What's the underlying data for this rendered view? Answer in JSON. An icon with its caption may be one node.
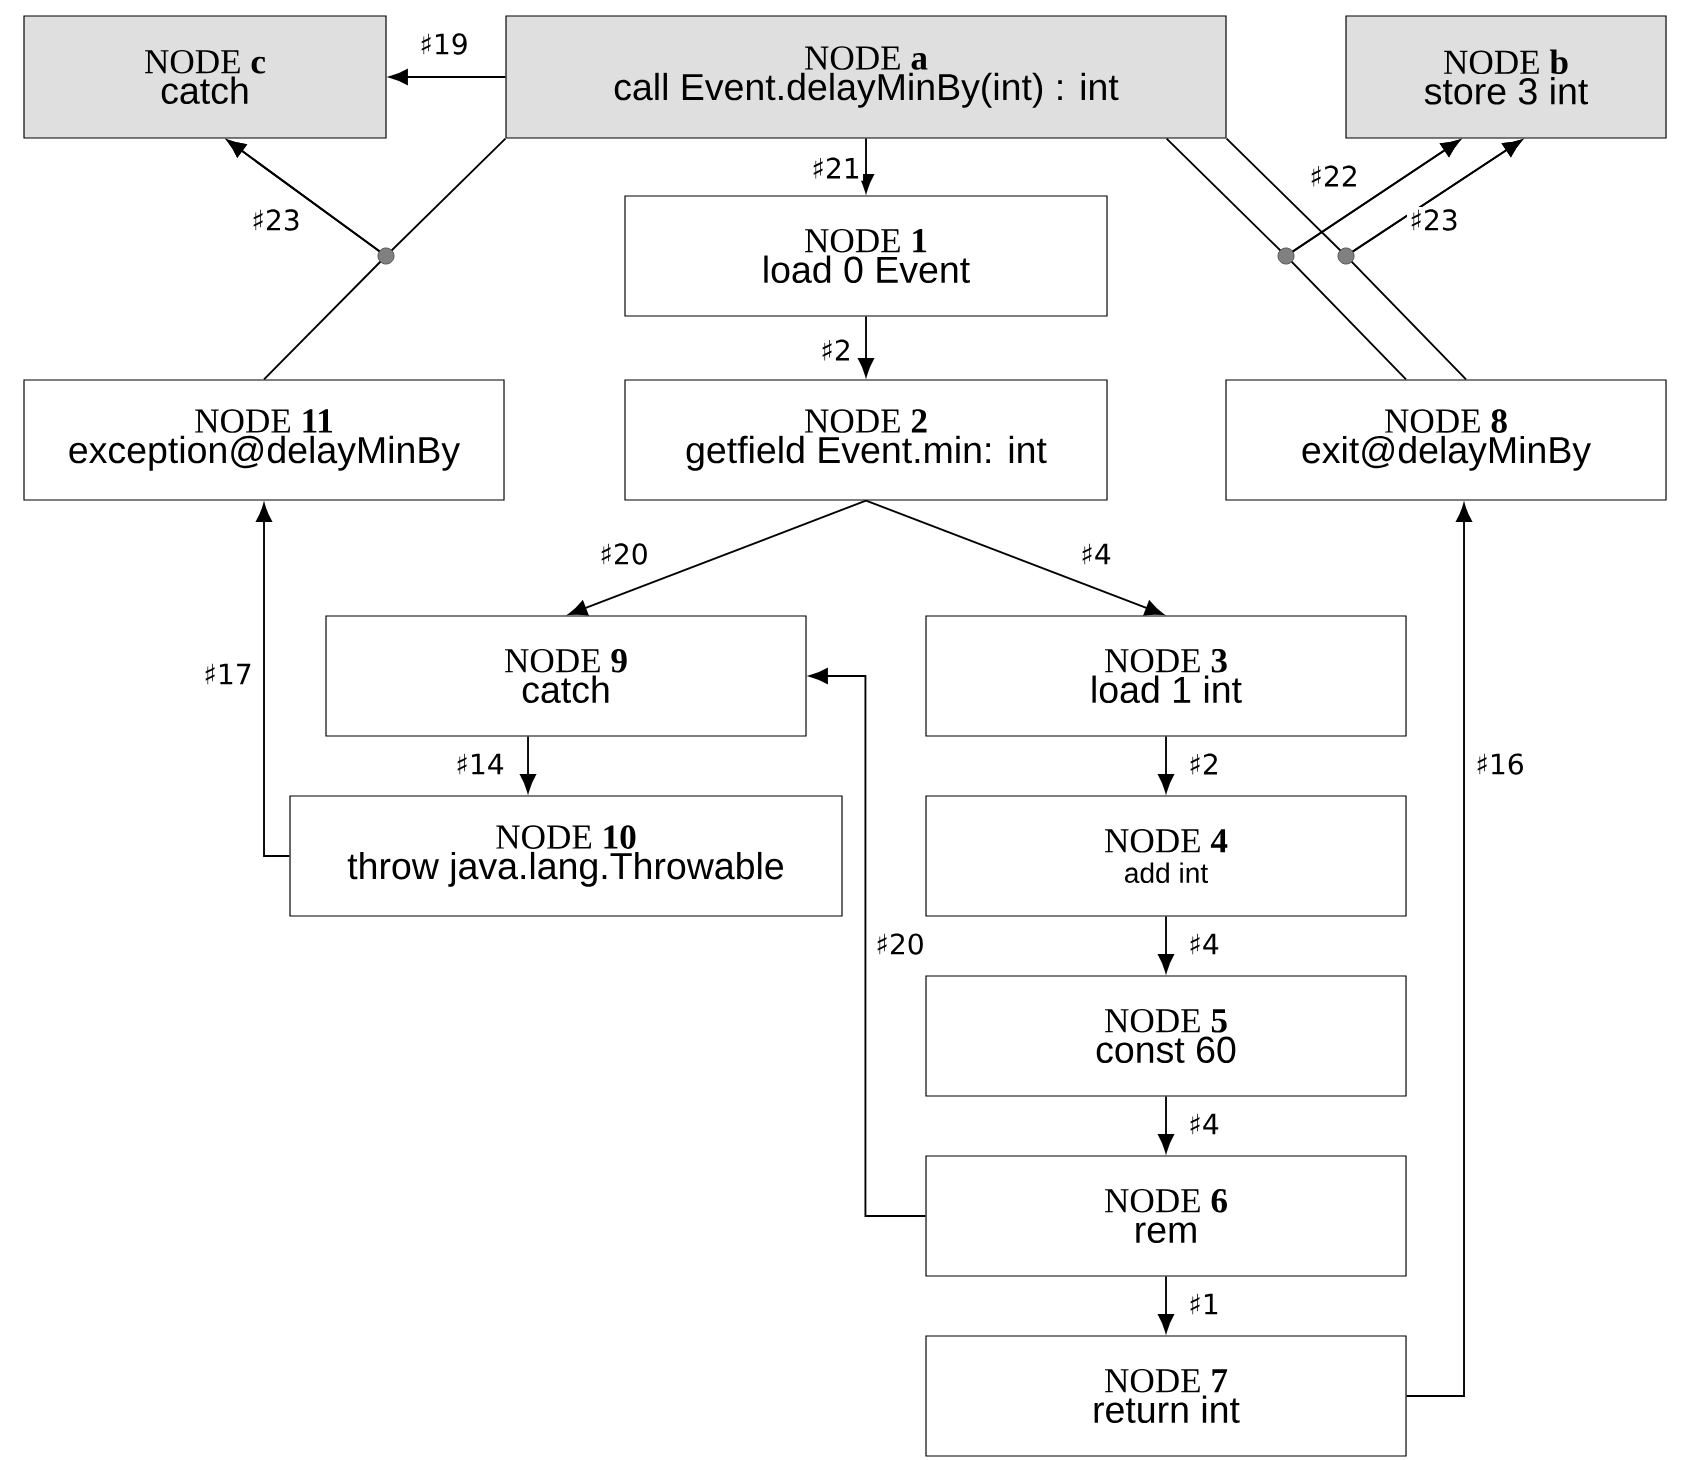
{
  "diagram": {
    "nodes": [
      {
        "text": [
          "NODE **c**",
          "catch"
        ]
      },
      {
        "text": [
          "NODE **a**",
          "call Event.delayMinBy(int) : int"
        ]
      },
      {
        "text": [
          "NODE **b**",
          "store 3 int"
        ]
      },
      {
        "text": [
          "NODE **1**",
          "load 0 Event"
        ]
      },
      {
        "text": [
          "NODE **11**",
          "exception@delayMinBy"
        ]
      },
      {
        "text": [
          "NODE **2**",
          "getfield Event.min: int"
        ]
      },
      {
        "text": [
          "NODE **8**",
          "exit@delayMinBy"
        ]
      },
      {
        "text": [
          "NODE **9**",
          "catch"
        ]
      },
      {
        "text": [
          "NODE **3**",
          "load 1 int"
        ]
      },
      {
        "text": [
          "NODE **10**",
          "throw java.lang.Throwable"
        ]
      },
      {
        "text": [
          "NODE **4**",
          "add int"
        ]
      },
      {
        "text": [
          "NODE **5**",
          "const 60"
        ]
      },
      {
        "text": [
          "NODE **6**",
          "rem"
        ]
      },
      {
        "text": [
          "NODE **7**",
          "return int"
        ]
      }
    ],
    "edges": [
      {
        "from": 1,
        "to": 0,
        "arrow": "to",
        "label": "♯19"
      },
      {
        "from": 1,
        "to": 3,
        "arrow": "to",
        "label": "♯21"
      },
      {
        "from": 3,
        "to": 5,
        "arrow": "to",
        "label": "♯2"
      },
      {
        "from": 5,
        "to": 7,
        "arrow": "to",
        "label": "♯20"
      },
      {
        "from": 5,
        "to": 8,
        "arrow": "to",
        "label": "♯4"
      },
      {
        "from": 8,
        "to": 10,
        "arrow": "to",
        "label": "♯2"
      },
      {
        "from": 10,
        "to": 11,
        "arrow": "to",
        "label": "♯4"
      },
      {
        "from": 11,
        "to": 12,
        "arrow": "to",
        "label": "♯4"
      },
      {
        "from": 12,
        "to": 13,
        "arrow": "to",
        "label": "♯1"
      },
      {
        "from": 12,
        "to": 7,
        "arrow": "to",
        "label": "♯20"
      },
      {
        "from": 13,
        "to": 6,
        "arrow": "to",
        "label": "♯16"
      },
      {
        "from": 7,
        "to": 9,
        "arrow": "to",
        "label": "♯14"
      },
      {
        "from": 9,
        "to": 4,
        "arrow": "to",
        "label": "♯17"
      },
      {
        "from": 1,
        "to": 0,
        "arrow": "to",
        "label": "♯23"
      },
      {
        "from": 4,
        "to": 0,
        "arrow": "to"
      },
      {
        "from": 1,
        "to": 2,
        "arrow": "to",
        "label": "♯22"
      },
      {
        "from": 6,
        "to": 2,
        "arrow": "to"
      },
      {
        "from": 1,
        "to": 2,
        "arrow": "to",
        "label": "♯23"
      },
      {
        "from": 6,
        "to": 2,
        "arrow": "to"
      }
    ]
  }
}
